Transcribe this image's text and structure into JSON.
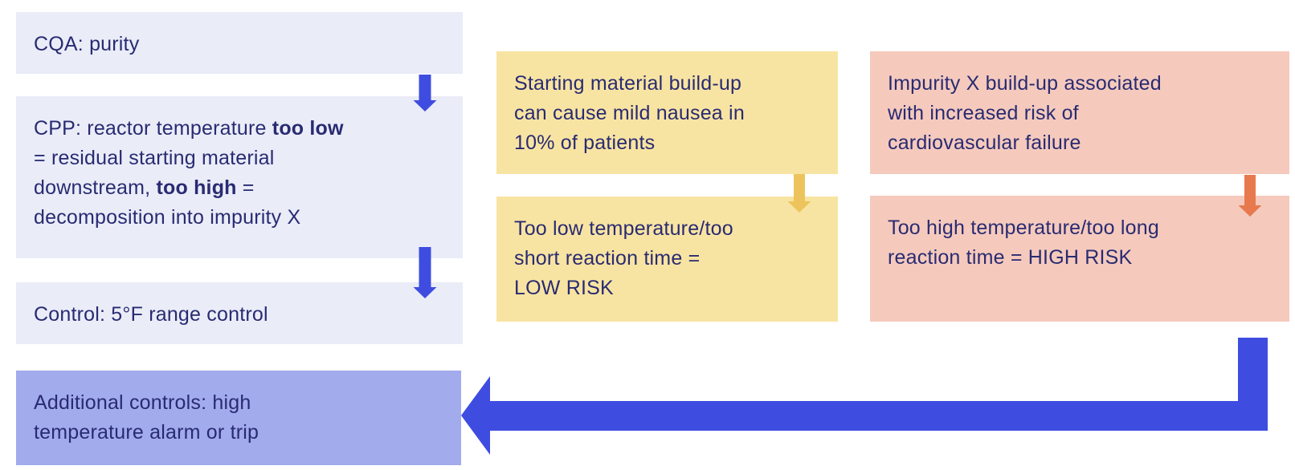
{
  "colors": {
    "background": "#ffffff",
    "box_lavender": "#eaecf8",
    "box_periwinkle": "#a2abeb",
    "box_yellow": "#f8e4a2",
    "box_salmon": "#f5cabd",
    "arrow_blue": "#3e4de0",
    "arrow_yellow": "#edc45c",
    "arrow_orange": "#e8794f",
    "text_navy": "#292b72"
  },
  "left_column": {
    "cqa_box": {
      "text": "CQA: purity"
    },
    "cpp_box": {
      "line1_pre": "CPP: reactor temperature ",
      "line1_bold": "too low",
      "line2": "= residual starting material",
      "line3_pre": "downstream, ",
      "line3_bold": "too high",
      "line3_post": " =",
      "line4": "decomposition into impurity X"
    },
    "control_box": {
      "text": "Control: 5°F range control"
    },
    "additional_controls_box": {
      "line1": "Additional controls: high",
      "line2": "temperature alarm or trip"
    }
  },
  "middle_column": {
    "hazard_box": {
      "line1": "Starting material build-up",
      "line2": "can cause mild nausea in",
      "line3": "10% of patients"
    },
    "risk_box": {
      "line1": "Too low temperature/too",
      "line2": "short reaction time =",
      "line3": "LOW RISK"
    }
  },
  "right_column": {
    "hazard_box": {
      "line1": "Impurity X build-up associated",
      "line2": "with increased risk of",
      "line3": "cardiovascular failure"
    },
    "risk_box": {
      "line1": "Too high temperature/too long",
      "line2": "reaction time = HIGH RISK"
    }
  },
  "icons": {
    "cqa_to_cpp_arrow": "down-arrow",
    "cpp_to_control_arrow": "down-arrow",
    "low_risk_arrow": "down-arrow",
    "high_risk_arrow": "down-arrow",
    "feedback_arrow": "left-elbow-arrow"
  }
}
